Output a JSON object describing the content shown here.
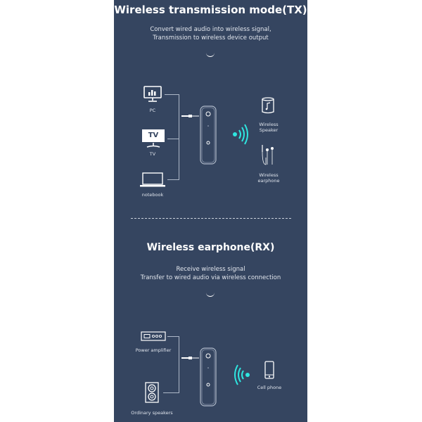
{
  "tx_section": {
    "title": "Wireless transmission mode(TX)",
    "subtitle_line1": "Convert wired audio into wireless signal,",
    "subtitle_line2": "Transmission to wireless device output",
    "sources": [
      {
        "icon": "monitor-icon",
        "label": "PC"
      },
      {
        "icon": "tv-icon",
        "label": "TV",
        "icon_text": "TV"
      },
      {
        "icon": "laptop-icon",
        "label": "notebook"
      }
    ],
    "outputs": [
      {
        "icon": "speaker-icon",
        "label_line1": "Wireless",
        "label_line2": "Speaker"
      },
      {
        "icon": "earphone-icon",
        "label_line1": "Wireless",
        "label_line2": "earphone"
      }
    ]
  },
  "rx_section": {
    "title": "Wireless earphone(RX)",
    "subtitle_line1": "Receive wireless signal",
    "subtitle_line2": "Transfer to wired audio via wireless connection",
    "outputs": [
      {
        "icon": "amplifier-icon",
        "label": "Power amplifier"
      },
      {
        "icon": "speakers-icon",
        "label": "Ordinary speakers"
      }
    ],
    "source": {
      "icon": "cell-phone-icon",
      "label": "Cell phone"
    }
  },
  "colors": {
    "panel_bg": "#354560",
    "signal_accent": "#2ee6e0",
    "text": "#ffffff"
  }
}
